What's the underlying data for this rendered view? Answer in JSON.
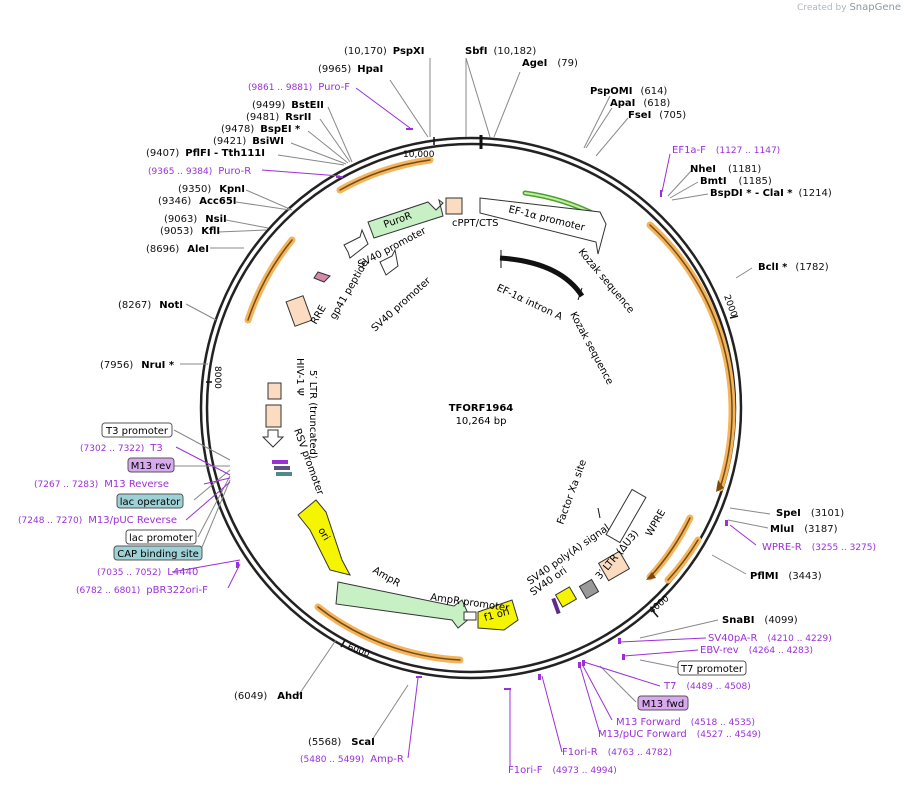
{
  "credit": {
    "prefix": "Created by",
    "brand": "SnapGene"
  },
  "plasmid": {
    "name": "TFORF1964",
    "size": "10,264 bp"
  },
  "ticks": [
    "10,000",
    "2000",
    "4000",
    "6000",
    "8000"
  ],
  "sites": [
    {
      "pos": "(10,170)",
      "name": "PspXI"
    },
    {
      "pos": "(10,182)",
      "name": "SbfI"
    },
    {
      "pos": "(79)",
      "name": "AgeI"
    },
    {
      "pos": "(9965)",
      "name": "HpaI"
    },
    {
      "pos": "(614)",
      "name": "PspOMI"
    },
    {
      "pos": "(618)",
      "name": "ApaI"
    },
    {
      "pos": "(705)",
      "name": "FseI"
    },
    {
      "pos": "(9499)",
      "name": "BstEII"
    },
    {
      "pos": "(9481)",
      "name": "RsrII"
    },
    {
      "pos": "(9478)",
      "name": "BspEI *"
    },
    {
      "pos": "(9421)",
      "name": "BsiWI"
    },
    {
      "pos": "(9407)",
      "name": "PflFI - Tth111I"
    },
    {
      "pos": "(1181)",
      "name": "NheI"
    },
    {
      "pos": "(1185)",
      "name": "BmtI"
    },
    {
      "pos": "(1214)",
      "name": "BspDI * - ClaI *"
    },
    {
      "pos": "(9350)",
      "name": "KpnI"
    },
    {
      "pos": "(9346)",
      "name": "Acc65I"
    },
    {
      "pos": "(9063)",
      "name": "NsiI"
    },
    {
      "pos": "(9053)",
      "name": "KflI"
    },
    {
      "pos": "(8696)",
      "name": "AleI"
    },
    {
      "pos": "(1782)",
      "name": "BclI *"
    },
    {
      "pos": "(8267)",
      "name": "NotI"
    },
    {
      "pos": "(7956)",
      "name": "NruI *"
    },
    {
      "pos": "(3101)",
      "name": "SpeI"
    },
    {
      "pos": "(3187)",
      "name": "MluI"
    },
    {
      "pos": "(3443)",
      "name": "PflMI"
    },
    {
      "pos": "(4099)",
      "name": "SnaBI"
    },
    {
      "pos": "(6049)",
      "name": "AhdI"
    },
    {
      "pos": "(5568)",
      "name": "ScaI"
    }
  ],
  "primers": [
    {
      "pos": "(9861 .. 9881)",
      "name": "Puro-F"
    },
    {
      "pos": "(9365 .. 9384)",
      "name": "Puro-R"
    },
    {
      "pos": "(1127 .. 1147)",
      "name": "EF1a-F"
    },
    {
      "pos": "(7302 .. 7322)",
      "name": "T3"
    },
    {
      "pos": "(7267 .. 7283)",
      "name": "M13 Reverse"
    },
    {
      "pos": "(7248 .. 7270)",
      "name": "M13/pUC Reverse"
    },
    {
      "pos": "(7035 .. 7052)",
      "name": "L4440"
    },
    {
      "pos": "(6782 .. 6801)",
      "name": "pBR322ori-F"
    },
    {
      "pos": "(3255 .. 3275)",
      "name": "WPRE-R"
    },
    {
      "pos": "(4210 .. 4229)",
      "name": "SV40pA-R"
    },
    {
      "pos": "(4264 .. 4283)",
      "name": "EBV-rev"
    },
    {
      "pos": "(4489 .. 4508)",
      "name": "T7"
    },
    {
      "pos": "(4518 .. 4535)",
      "name": "M13 Forward"
    },
    {
      "pos": "(4527 .. 4549)",
      "name": "M13/pUC Forward"
    },
    {
      "pos": "(4763 .. 4782)",
      "name": "F1ori-R"
    },
    {
      "pos": "(4973 .. 4994)",
      "name": "F1ori-F"
    },
    {
      "pos": "(5480 .. 5499)",
      "name": "Amp-R"
    }
  ],
  "boxes": {
    "t3_promoter": "T3 promoter",
    "m13_rev": "M13 rev",
    "lac_operator": "lac operator",
    "lac_promoter": "lac promoter",
    "cap_binding_site": "CAP binding site",
    "t7_promoter": "T7 promoter",
    "m13_fwd": "M13 fwd"
  },
  "features": {
    "puror": "PuroR",
    "cppt": "cPPT/CTS",
    "ef1a_promoter": "EF-1α promoter",
    "sv40_promoter_1": "SV40 promoter",
    "sv40_promoter_2": "SV40 promoter",
    "kozak_1": "Kozak sequence",
    "kozak_2": "Kozak sequence",
    "ef1a_intron": "EF-1α intron A",
    "rre": "RRE",
    "gp41": "gp41 peptide",
    "ltr5": "5′ LTR (truncated)",
    "hiv1psi": "HIV-1 Ψ",
    "rsv_promoter": "RSV promoter",
    "factor_xa": "Factor Xa site",
    "wpre": "WPRE",
    "ltr3": "3′ LTR (ΔU3)",
    "sv40_polya": "SV40 poly(A) signal",
    "sv40_ori": "SV40 ori",
    "f1_ori": "f1 ori",
    "ampr_promoter": "AmpR promoter",
    "ampr": "AmpR",
    "ori": "ori"
  },
  "colors": {
    "primer": "#9b30d9",
    "orf_outline": "#f2b45c",
    "puror_fill": "#c7f0c4",
    "ampr_fill": "#c7f0c4",
    "ori_fill": "#f5f500",
    "ltr_fill": "#fcdcc0",
    "box_purple": "#d9a9f0",
    "box_teal": "#9dd1d6",
    "ef1a_green": "#4ea02b"
  }
}
